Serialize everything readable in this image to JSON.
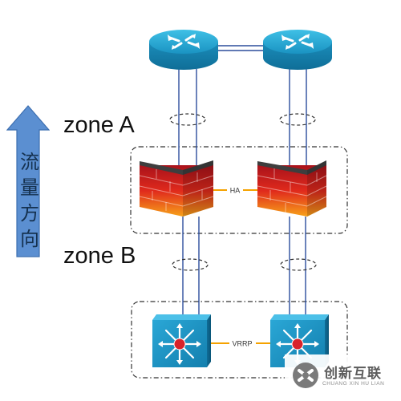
{
  "diagram": {
    "zone_a_label": "zone A",
    "zone_b_label": "zone B",
    "flow_direction_chars": [
      "流",
      "量",
      "方",
      "向"
    ],
    "ha_label": "HA",
    "vrrp_label": "VRRP"
  },
  "watermark": {
    "brand_text": "创新互联",
    "sub_text": "CHUANG XIN HU LIAN"
  },
  "colors": {
    "router": "#1c9fc7",
    "link": "#2b4d9c",
    "sync_link": "#f5a200",
    "arrow": "#5b8fd1",
    "switch": "#1e8fc0"
  },
  "icons": [
    "router-icon",
    "firewall-icon",
    "layer3-switch-icon",
    "up-arrow-icon",
    "logo-icon"
  ]
}
